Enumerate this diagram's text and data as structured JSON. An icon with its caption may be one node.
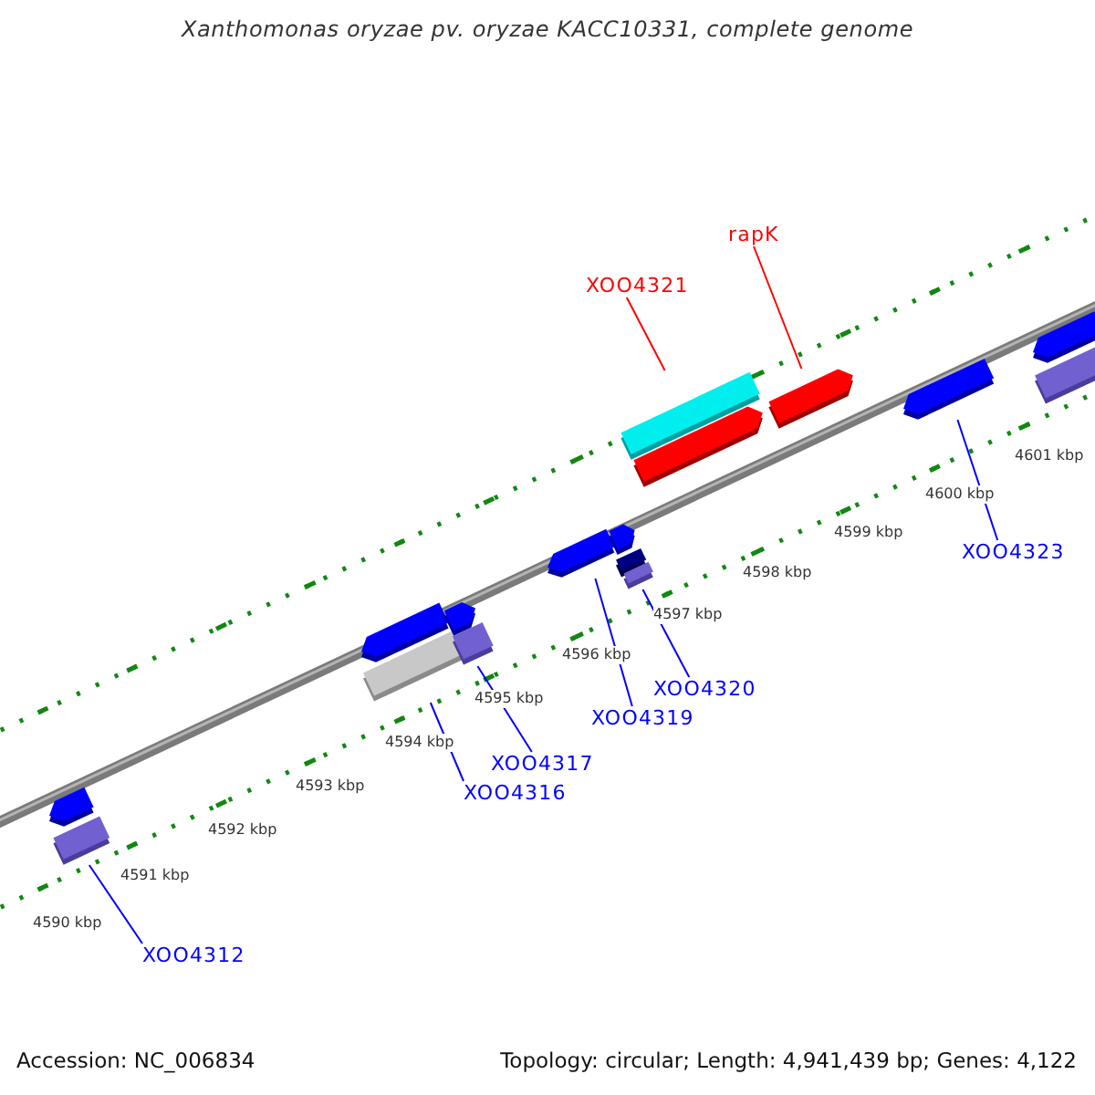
{
  "diagram": {
    "title": "Xanthomonas oryzae pv. oryzae KACC10331, complete genome",
    "nodes": [
      {
        "text": [
          "rapK"
        ]
      },
      {
        "text": [
          "XOO4321"
        ]
      },
      {
        "text": [
          "XOO4323"
        ]
      },
      {
        "text": [
          "XOO4320"
        ]
      },
      {
        "text": [
          "XOO4319"
        ]
      },
      {
        "text": [
          "XOO4317"
        ]
      },
      {
        "text": [
          "XOO4316"
        ]
      },
      {
        "text": [
          "XOO4312"
        ]
      },
      {
        "text": [],
        "shape": "bar"
      },
      {
        "text": [],
        "shape": "bar"
      },
      {
        "text": [],
        "shape": "bar"
      },
      {
        "text": [],
        "shape": "bar"
      },
      {
        "text": [],
        "shape": "bar"
      },
      {
        "text": [],
        "shape": "bar"
      },
      {
        "text": [],
        "shape": "bar"
      },
      {
        "text": [],
        "shape": "bar"
      },
      {
        "text": [],
        "shape": "bar"
      },
      {
        "text": [],
        "shape": "bar"
      },
      {
        "text": [],
        "shape": "bar"
      },
      {
        "text": [],
        "shape": "bar"
      },
      {
        "text": [],
        "shape": "bar"
      },
      {
        "text": [],
        "shape": "bar"
      },
      {
        "text": [],
        "shape": "bar"
      },
      {
        "text": [],
        "shape": "bar"
      }
    ],
    "edges": [
      {
        "from": 0,
        "to": 20,
        "arrow": "none",
        "color": "#ff0000"
      },
      {
        "from": 1,
        "to": 18,
        "arrow": "none",
        "color": "#ff0000"
      },
      {
        "from": 2,
        "to": 21,
        "arrow": "none"
      },
      {
        "from": 3,
        "to": 17,
        "arrow": "none"
      },
      {
        "from": 4,
        "to": 14,
        "arrow": "none"
      },
      {
        "from": 5,
        "to": 13,
        "arrow": "none"
      },
      {
        "from": 6,
        "to": 11,
        "arrow": "none"
      },
      {
        "from": 7,
        "to": 9,
        "arrow": "none"
      }
    ],
    "labels": [
      "4601 kbp",
      "4600 kbp",
      "4599 kbp",
      "4598 kbp",
      "4597 kbp",
      "4596 kbp",
      "4595 kbp",
      "4594 kbp",
      "4593 kbp",
      "4592 kbp",
      "4591 kbp",
      "4590 kbp",
      "Accession: NC_006834",
      "Topology: circular; Length: 4,941,439 bp; Genes: 4,122"
    ]
  }
}
